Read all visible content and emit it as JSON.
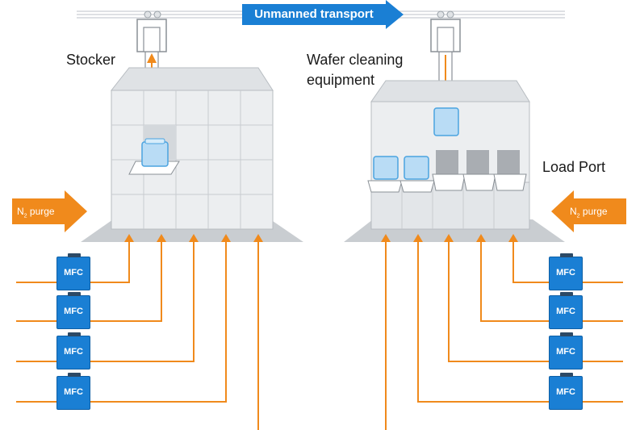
{
  "transport": {
    "label": "Unmanned transport"
  },
  "stocker": {
    "label": "Stocker"
  },
  "cleaner": {
    "label_line1": "Wafer cleaning",
    "label_line2": "equipment"
  },
  "load_port": {
    "label": "Load Port"
  },
  "purge_left": {
    "main": "N",
    "sub": "2",
    "rest": " purge"
  },
  "purge_right": {
    "main": "N",
    "sub": "2",
    "rest": " purge"
  },
  "mfc_label": "MFC",
  "colors": {
    "accent_blue": "#1a7fd4",
    "pipe_orange": "#f08a1c",
    "equipment_gray": "#e6e8ea"
  }
}
